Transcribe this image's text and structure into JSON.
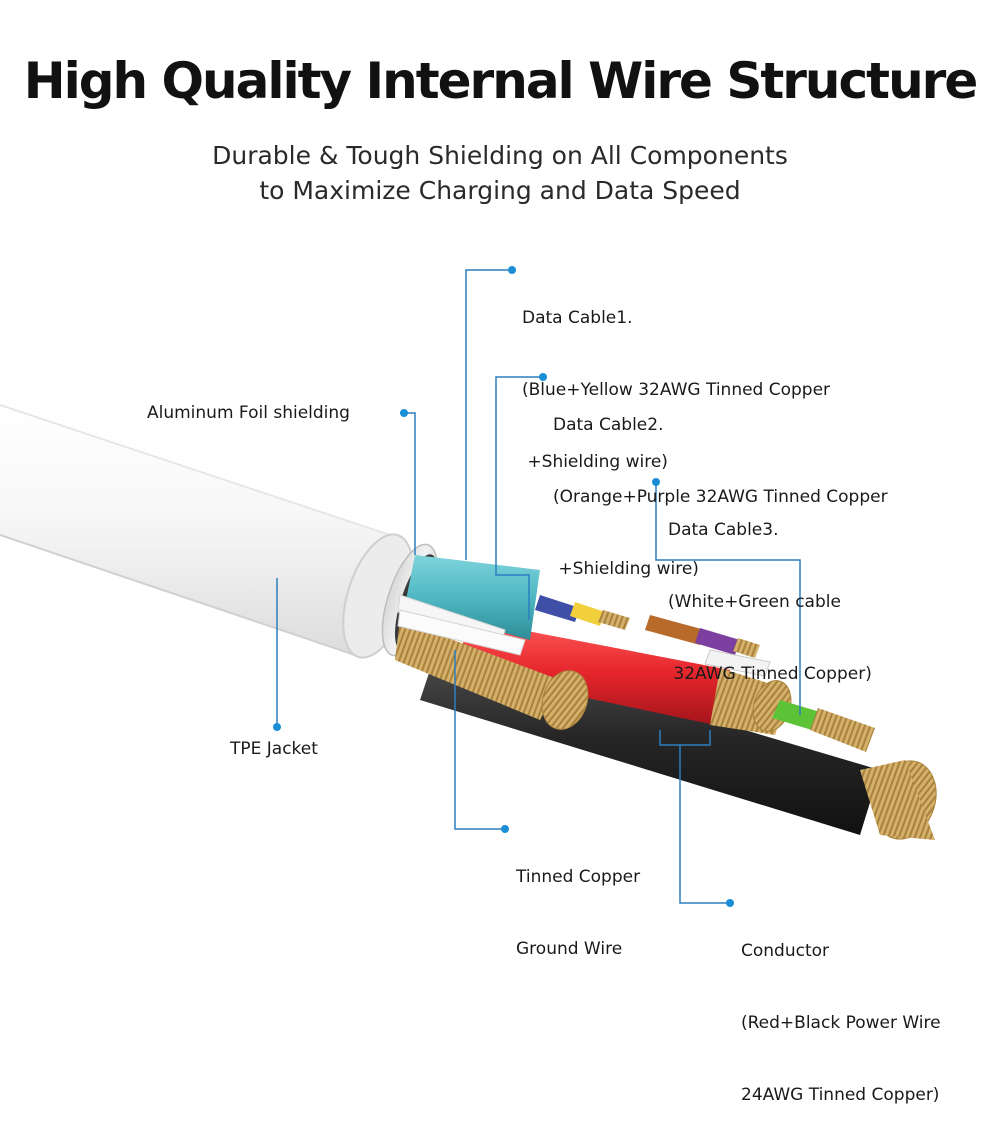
{
  "title": "High Quality Internal Wire Structure",
  "subtitle": {
    "line1": "Durable & Tough Shielding on All Components",
    "line2": "to Maximize Charging and Data Speed"
  },
  "labels": {
    "data_cable1": {
      "line1": "Data Cable1.",
      "line2": "(Blue+Yellow 32AWG Tinned Copper",
      "line3": " +Shielding wire)"
    },
    "data_cable2": {
      "line1": "Data Cable2.",
      "line2": "(Orange+Purple 32AWG Tinned Copper",
      "line3": " +Shielding wire)"
    },
    "data_cable3": {
      "line1": "Data Cable3.",
      "line2": "(White+Green cable",
      "line3": " 32AWG Tinned Copper)"
    },
    "aluminum_foil": "Aluminum Foil shielding",
    "tpe_jacket": "TPE Jacket",
    "ground_wire": {
      "line1": "Tinned Copper",
      "line2": "Ground Wire"
    },
    "conductor": {
      "line1": "Conductor",
      "line2": "(Red+Black Power Wire",
      "line3": "24AWG Tinned Copper)"
    }
  },
  "colors": {
    "leader_line": "#2b7fc0",
    "dot": "#1b8fd6",
    "jacket": "#f4f4f4",
    "foil": "#e4e4e4",
    "teal_sheath": "#4fb8c3",
    "red_wire": "#e5262c",
    "black_wire": "#262626",
    "copper": "#c9a457",
    "green_wire": "#5cc236"
  }
}
